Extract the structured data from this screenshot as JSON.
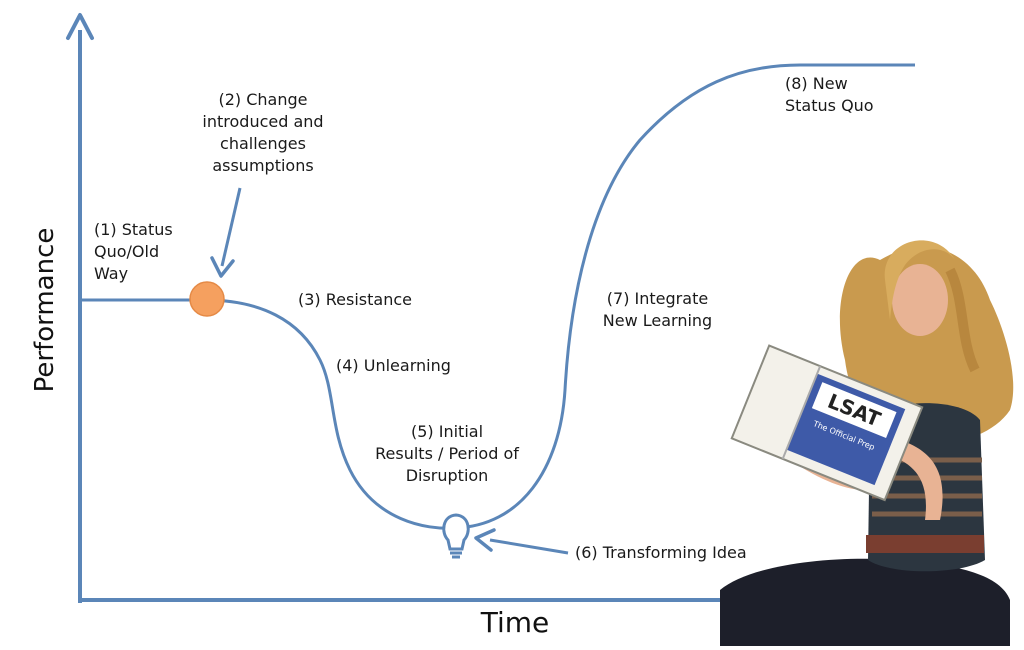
{
  "axes": {
    "y_title": "Performance",
    "x_title": "Time"
  },
  "stages": {
    "s1": "(1) Status\nQuo/Old\nWay",
    "s2": "(2) Change\nintroduced and\nchallenges\nassumptions",
    "s3": "(3) Resistance",
    "s4": "(4) Unlearning",
    "s5": "(5) Initial\nResults / Period of\nDisruption",
    "s6": "(6) Transforming Idea",
    "s7": "(7) Integrate\nNew Learning",
    "s8": "(8) New\nStatus Quo"
  },
  "book": {
    "title": "LSAT",
    "subtitle": "The Official Prep"
  },
  "colors": {
    "curve": "#5b86b8",
    "axis": "#5b86b8",
    "marker": "#f5a05f",
    "marker_stroke": "#e58a46",
    "text": "#1a1a1a"
  },
  "icons": {
    "change_marker": "orange-circle",
    "idea_icon": "lightbulb-icon",
    "photo": "woman-reading-book"
  }
}
